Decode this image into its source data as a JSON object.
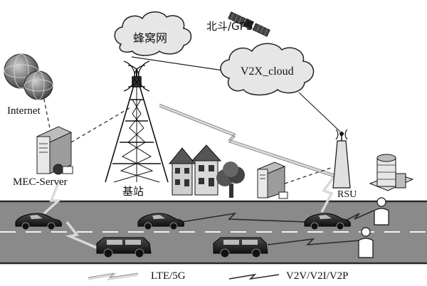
{
  "nodes": {
    "cellular_net": "蜂窝网",
    "beidou_gps": "北斗/GPS",
    "v2x_cloud": "V2X_cloud",
    "internet": "Internet",
    "mec_server": "MEC-Server",
    "base_station": "基站",
    "rsu": "RSU"
  },
  "legend": {
    "lte_5g": "LTE/5G",
    "v2x_links": "V2V/V2I/V2P"
  },
  "colors": {
    "road": "#8a8a8a",
    "road_edge": "#2a2a2a",
    "cloud_fill": "#e6e6e6",
    "lte_link": "#d9d9d9",
    "v2x_link": "#2a2a2a"
  },
  "icons": [
    "globe-icon",
    "satellite-icon",
    "server-icon",
    "tower-icon",
    "house-icon",
    "tree-icon",
    "building-icon",
    "car-icon",
    "person-icon",
    "antenna-icon"
  ]
}
